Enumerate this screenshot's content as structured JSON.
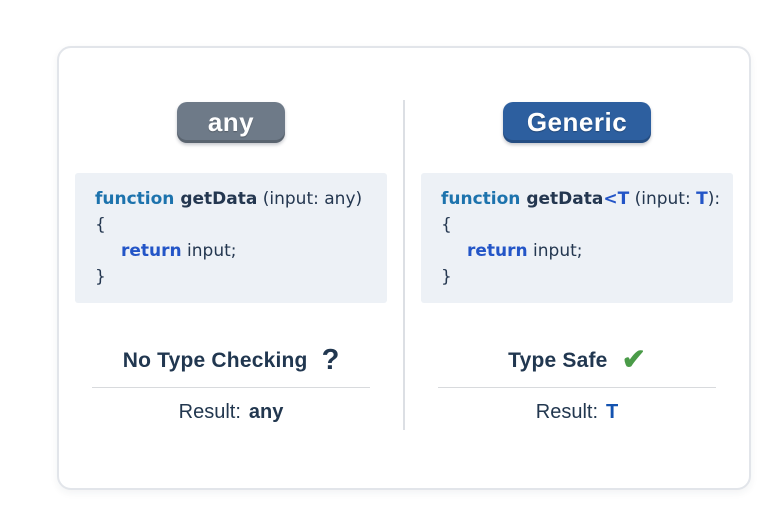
{
  "colors": {
    "any_badge_bg": "#6e7a88",
    "generic_badge_bg": "#2d5f9f",
    "code_block_bg": "#edf1f6",
    "code_keyword_blue": "#1d73ad",
    "code_return_blue": "#2355c7",
    "code_text_navy": "#243750",
    "heading_navy": "#213750",
    "check_green": "#4a9b48",
    "question_navy": "#213750",
    "result_t_blue": "#1453b0",
    "result_any_navy": "#22374f"
  },
  "columns": [
    {
      "badge": {
        "label": "any",
        "bg": "#6e7a88"
      },
      "code": {
        "line1": {
          "kw": "function",
          "name": " getData",
          "rest": " (input: any)"
        },
        "line2": "{",
        "line3": {
          "kw": "return",
          "rest": " input;"
        },
        "line4": "}"
      },
      "verdict": {
        "label": "No Type Checking",
        "icon": "question-mark-icon",
        "glyph": "?",
        "icon_color": "#213750"
      },
      "result": {
        "label": "Result:",
        "value": "any",
        "value_color": "#22374f"
      }
    },
    {
      "badge": {
        "label": "Generic",
        "bg": "#2d5f9f"
      },
      "code": {
        "line1": {
          "kw": "function",
          "name": " getData",
          "generic": "<T",
          "mid": " (input: ",
          "type": "T",
          "end": "):"
        },
        "line2": "{",
        "line3": {
          "kw": "return",
          "rest": " input;"
        },
        "line4": "}"
      },
      "verdict": {
        "label": "Type Safe",
        "icon": "check-icon",
        "glyph": "✔",
        "icon_color": "#4a9b48"
      },
      "result": {
        "label": "Result:",
        "value": "T",
        "value_color": "#1453b0"
      }
    }
  ]
}
